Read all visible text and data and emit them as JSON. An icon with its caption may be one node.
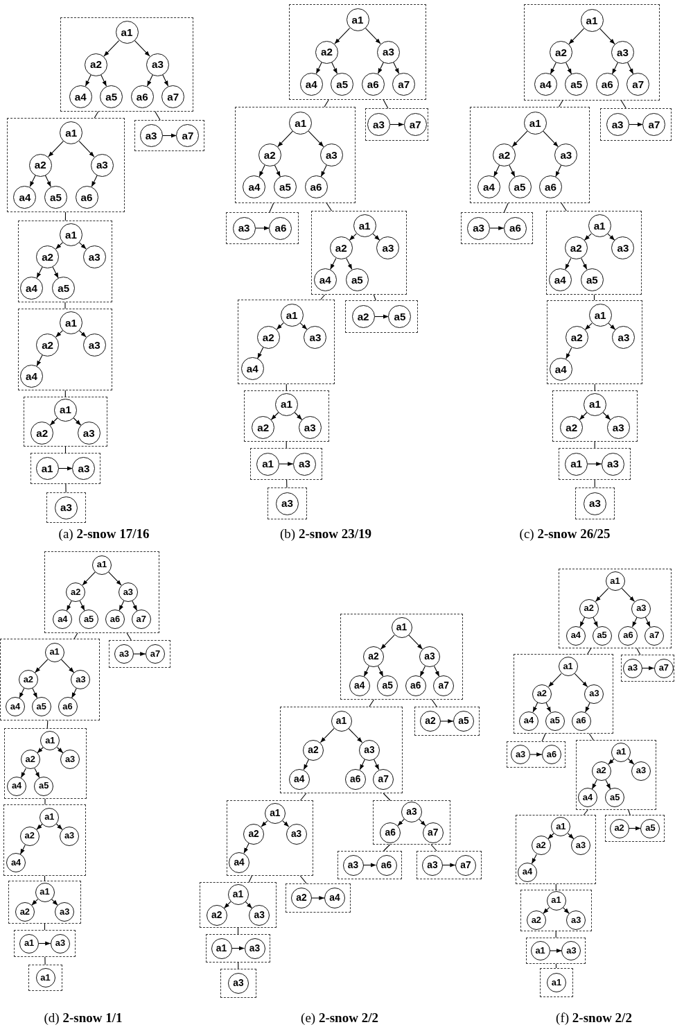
{
  "diagram": {
    "nodes": [
      {
        "text": [],
        "shape": "box"
      },
      {
        "text": [
          "a1"
        ],
        "in": 0
      },
      {
        "text": [
          "a2"
        ],
        "in": 0
      },
      {
        "text": [
          "a3"
        ],
        "in": 0
      },
      {
        "text": [
          "a4"
        ],
        "in": 0
      },
      {
        "text": [
          "a5"
        ],
        "in": 0
      },
      {
        "text": [
          "a6"
        ],
        "in": 0
      },
      {
        "text": [
          "a7"
        ],
        "in": 0
      },
      {
        "text": [],
        "shape": "box"
      },
      {
        "text": [
          "a3"
        ],
        "in": 8
      },
      {
        "text": [
          "a7"
        ],
        "in": 8
      },
      {
        "text": [],
        "shape": "box"
      },
      {
        "text": [
          "a1"
        ],
        "in": 11
      },
      {
        "text": [
          "a2"
        ],
        "in": 11
      },
      {
        "text": [
          "a3"
        ],
        "in": 11
      },
      {
        "text": [
          "a4"
        ],
        "in": 11
      },
      {
        "text": [
          "a5"
        ],
        "in": 11
      },
      {
        "text": [
          "a6"
        ],
        "in": 11
      },
      {
        "text": [],
        "shape": "box"
      },
      {
        "text": [
          "a1"
        ],
        "in": 18
      },
      {
        "text": [
          "a2"
        ],
        "in": 18
      },
      {
        "text": [
          "a3"
        ],
        "in": 18
      },
      {
        "text": [
          "a4"
        ],
        "in": 18
      },
      {
        "text": [
          "a5"
        ],
        "in": 18
      },
      {
        "text": [],
        "shape": "box"
      },
      {
        "text": [
          "a1"
        ],
        "in": 24
      },
      {
        "text": [
          "a2"
        ],
        "in": 24
      },
      {
        "text": [
          "a3"
        ],
        "in": 24
      },
      {
        "text": [
          "a4"
        ],
        "in": 24
      },
      {
        "text": [],
        "shape": "box"
      },
      {
        "text": [
          "a1"
        ],
        "in": 29
      },
      {
        "text": [
          "a2"
        ],
        "in": 29
      },
      {
        "text": [
          "a3"
        ],
        "in": 29
      },
      {
        "text": [],
        "shape": "box"
      },
      {
        "text": [
          "a1"
        ],
        "in": 33
      },
      {
        "text": [
          "a3"
        ],
        "in": 33
      },
      {
        "text": [],
        "shape": "box"
      },
      {
        "text": [
          "a3"
        ],
        "in": 36
      },
      {
        "text": [],
        "shape": "box"
      },
      {
        "text": [
          "a1"
        ],
        "in": 38
      },
      {
        "text": [
          "a2"
        ],
        "in": 38
      },
      {
        "text": [
          "a3"
        ],
        "in": 38
      },
      {
        "text": [
          "a4"
        ],
        "in": 38
      },
      {
        "text": [
          "a5"
        ],
        "in": 38
      },
      {
        "text": [
          "a6"
        ],
        "in": 38
      },
      {
        "text": [
          "a7"
        ],
        "in": 38
      },
      {
        "text": [],
        "shape": "box"
      },
      {
        "text": [
          "a3"
        ],
        "in": 46
      },
      {
        "text": [
          "a7"
        ],
        "in": 46
      },
      {
        "text": [],
        "shape": "box"
      },
      {
        "text": [
          "a1"
        ],
        "in": 49
      },
      {
        "text": [
          "a2"
        ],
        "in": 49
      },
      {
        "text": [
          "a3"
        ],
        "in": 49
      },
      {
        "text": [
          "a4"
        ],
        "in": 49
      },
      {
        "text": [
          "a5"
        ],
        "in": 49
      },
      {
        "text": [
          "a6"
        ],
        "in": 49
      },
      {
        "text": [],
        "shape": "box"
      },
      {
        "text": [
          "a3"
        ],
        "in": 56
      },
      {
        "text": [
          "a6"
        ],
        "in": 56
      },
      {
        "text": [],
        "shape": "box"
      },
      {
        "text": [
          "a1"
        ],
        "in": 59
      },
      {
        "text": [
          "a2"
        ],
        "in": 59
      },
      {
        "text": [
          "a3"
        ],
        "in": 59
      },
      {
        "text": [
          "a4"
        ],
        "in": 59
      },
      {
        "text": [
          "a5"
        ],
        "in": 59
      },
      {
        "text": [],
        "shape": "box"
      },
      {
        "text": [
          "a1"
        ],
        "in": 65
      },
      {
        "text": [
          "a2"
        ],
        "in": 65
      },
      {
        "text": [
          "a3"
        ],
        "in": 65
      },
      {
        "text": [
          "a4"
        ],
        "in": 65
      },
      {
        "text": [],
        "shape": "box"
      },
      {
        "text": [
          "a2"
        ],
        "in": 70
      },
      {
        "text": [
          "a5"
        ],
        "in": 70
      },
      {
        "text": [],
        "shape": "box"
      },
      {
        "text": [
          "a1"
        ],
        "in": 73
      },
      {
        "text": [
          "a2"
        ],
        "in": 73
      },
      {
        "text": [
          "a3"
        ],
        "in": 73
      },
      {
        "text": [],
        "shape": "box"
      },
      {
        "text": [
          "a1"
        ],
        "in": 77
      },
      {
        "text": [
          "a3"
        ],
        "in": 77
      },
      {
        "text": [],
        "shape": "box"
      },
      {
        "text": [
          "a3"
        ],
        "in": 80
      },
      {
        "text": [],
        "shape": "box"
      },
      {
        "text": [
          "a1"
        ],
        "in": 82
      },
      {
        "text": [
          "a2"
        ],
        "in": 82
      },
      {
        "text": [
          "a3"
        ],
        "in": 82
      },
      {
        "text": [
          "a4"
        ],
        "in": 82
      },
      {
        "text": [
          "a5"
        ],
        "in": 82
      },
      {
        "text": [
          "a6"
        ],
        "in": 82
      },
      {
        "text": [
          "a7"
        ],
        "in": 82
      },
      {
        "text": [],
        "shape": "box"
      },
      {
        "text": [
          "a3"
        ],
        "in": 90
      },
      {
        "text": [
          "a7"
        ],
        "in": 90
      },
      {
        "text": [],
        "shape": "box"
      },
      {
        "text": [
          "a1"
        ],
        "in": 93
      },
      {
        "text": [
          "a2"
        ],
        "in": 93
      },
      {
        "text": [
          "a3"
        ],
        "in": 93
      },
      {
        "text": [
          "a4"
        ],
        "in": 93
      },
      {
        "text": [
          "a5"
        ],
        "in": 93
      },
      {
        "text": [
          "a6"
        ],
        "in": 93
      },
      {
        "text": [],
        "shape": "box"
      },
      {
        "text": [
          "a3"
        ],
        "in": 100
      },
      {
        "text": [
          "a6"
        ],
        "in": 100
      },
      {
        "text": [],
        "shape": "box"
      },
      {
        "text": [
          "a1"
        ],
        "in": 103
      },
      {
        "text": [
          "a2"
        ],
        "in": 103
      },
      {
        "text": [
          "a3"
        ],
        "in": 103
      },
      {
        "text": [
          "a4"
        ],
        "in": 103
      },
      {
        "text": [
          "a5"
        ],
        "in": 103
      },
      {
        "text": [],
        "shape": "box"
      },
      {
        "text": [
          "a1"
        ],
        "in": 109
      },
      {
        "text": [
          "a2"
        ],
        "in": 109
      },
      {
        "text": [
          "a3"
        ],
        "in": 109
      },
      {
        "text": [
          "a4"
        ],
        "in": 109
      },
      {
        "text": [],
        "shape": "box"
      },
      {
        "text": [
          "a1"
        ],
        "in": 114
      },
      {
        "text": [
          "a2"
        ],
        "in": 114
      },
      {
        "text": [
          "a3"
        ],
        "in": 114
      },
      {
        "text": [],
        "shape": "box"
      },
      {
        "text": [
          "a1"
        ],
        "in": 118
      },
      {
        "text": [
          "a3"
        ],
        "in": 118
      },
      {
        "text": [],
        "shape": "box"
      },
      {
        "text": [
          "a3"
        ],
        "in": 121
      },
      {
        "text": [],
        "shape": "box"
      },
      {
        "text": [
          "a1"
        ],
        "in": 123
      },
      {
        "text": [
          "a2"
        ],
        "in": 123
      },
      {
        "text": [
          "a3"
        ],
        "in": 123
      },
      {
        "text": [
          "a4"
        ],
        "in": 123
      },
      {
        "text": [
          "a5"
        ],
        "in": 123
      },
      {
        "text": [
          "a6"
        ],
        "in": 123
      },
      {
        "text": [
          "a7"
        ],
        "in": 123
      },
      {
        "text": [],
        "shape": "box"
      },
      {
        "text": [
          "a3"
        ],
        "in": 131
      },
      {
        "text": [
          "a7"
        ],
        "in": 131
      },
      {
        "text": [],
        "shape": "box"
      },
      {
        "text": [
          "a1"
        ],
        "in": 134
      },
      {
        "text": [
          "a2"
        ],
        "in": 134
      },
      {
        "text": [
          "a3"
        ],
        "in": 134
      },
      {
        "text": [
          "a4"
        ],
        "in": 134
      },
      {
        "text": [
          "a5"
        ],
        "in": 134
      },
      {
        "text": [
          "a6"
        ],
        "in": 134
      },
      {
        "text": [],
        "shape": "box"
      },
      {
        "text": [
          "a1"
        ],
        "in": 141
      },
      {
        "text": [
          "a2"
        ],
        "in": 141
      },
      {
        "text": [
          "a3"
        ],
        "in": 141
      },
      {
        "text": [
          "a4"
        ],
        "in": 141
      },
      {
        "text": [
          "a5"
        ],
        "in": 141
      },
      {
        "text": [],
        "shape": "box"
      },
      {
        "text": [
          "a1"
        ],
        "in": 147
      },
      {
        "text": [
          "a2"
        ],
        "in": 147
      },
      {
        "text": [
          "a3"
        ],
        "in": 147
      },
      {
        "text": [
          "a4"
        ],
        "in": 147
      },
      {
        "text": [],
        "shape": "box"
      },
      {
        "text": [
          "a1"
        ],
        "in": 152
      },
      {
        "text": [
          "a2"
        ],
        "in": 152
      },
      {
        "text": [
          "a3"
        ],
        "in": 152
      },
      {
        "text": [],
        "shape": "box"
      },
      {
        "text": [
          "a1"
        ],
        "in": 156
      },
      {
        "text": [
          "a3"
        ],
        "in": 156
      },
      {
        "text": [],
        "shape": "box"
      },
      {
        "text": [
          "a1"
        ],
        "in": 159
      },
      {
        "text": [],
        "shape": "box"
      },
      {
        "text": [
          "a1"
        ],
        "in": 161
      },
      {
        "text": [
          "a2"
        ],
        "in": 161
      },
      {
        "text": [
          "a3"
        ],
        "in": 161
      },
      {
        "text": [
          "a4"
        ],
        "in": 161
      },
      {
        "text": [
          "a5"
        ],
        "in": 161
      },
      {
        "text": [
          "a6"
        ],
        "in": 161
      },
      {
        "text": [
          "a7"
        ],
        "in": 161
      },
      {
        "text": [],
        "shape": "box"
      },
      {
        "text": [
          "a2"
        ],
        "in": 169
      },
      {
        "text": [
          "a5"
        ],
        "in": 169
      },
      {
        "text": [],
        "shape": "box"
      },
      {
        "text": [
          "a1"
        ],
        "in": 172
      },
      {
        "text": [
          "a2"
        ],
        "in": 172
      },
      {
        "text": [
          "a3"
        ],
        "in": 172
      },
      {
        "text": [
          "a4"
        ],
        "in": 172
      },
      {
        "text": [
          "a6"
        ],
        "in": 172
      },
      {
        "text": [
          "a7"
        ],
        "in": 172
      },
      {
        "text": [],
        "shape": "box"
      },
      {
        "text": [
          "a1"
        ],
        "in": 179
      },
      {
        "text": [
          "a2"
        ],
        "in": 179
      },
      {
        "text": [
          "a3"
        ],
        "in": 179
      },
      {
        "text": [
          "a4"
        ],
        "in": 179
      },
      {
        "text": [],
        "shape": "box"
      },
      {
        "text": [
          "a3"
        ],
        "in": 184
      },
      {
        "text": [
          "a6"
        ],
        "in": 184
      },
      {
        "text": [
          "a7"
        ],
        "in": 184
      },
      {
        "text": [],
        "shape": "box"
      },
      {
        "text": [
          "a3"
        ],
        "in": 188
      },
      {
        "text": [
          "a6"
        ],
        "in": 188
      },
      {
        "text": [],
        "shape": "box"
      },
      {
        "text": [
          "a3"
        ],
        "in": 191
      },
      {
        "text": [
          "a7"
        ],
        "in": 191
      },
      {
        "text": [],
        "shape": "box"
      },
      {
        "text": [
          "a1"
        ],
        "in": 194
      },
      {
        "text": [
          "a2"
        ],
        "in": 194
      },
      {
        "text": [
          "a3"
        ],
        "in": 194
      },
      {
        "text": [],
        "shape": "box"
      },
      {
        "text": [
          "a2"
        ],
        "in": 198
      },
      {
        "text": [
          "a4"
        ],
        "in": 198
      },
      {
        "text": [],
        "shape": "box"
      },
      {
        "text": [
          "a1"
        ],
        "in": 201
      },
      {
        "text": [
          "a3"
        ],
        "in": 201
      },
      {
        "text": [],
        "shape": "box"
      },
      {
        "text": [
          "a3"
        ],
        "in": 204
      },
      {
        "text": [],
        "shape": "box"
      },
      {
        "text": [
          "a1"
        ],
        "in": 206
      },
      {
        "text": [
          "a2"
        ],
        "in": 206
      },
      {
        "text": [
          "a3"
        ],
        "in": 206
      },
      {
        "text": [
          "a4"
        ],
        "in": 206
      },
      {
        "text": [
          "a5"
        ],
        "in": 206
      },
      {
        "text": [
          "a6"
        ],
        "in": 206
      },
      {
        "text": [
          "a7"
        ],
        "in": 206
      },
      {
        "text": [],
        "shape": "box"
      },
      {
        "text": [
          "a3"
        ],
        "in": 214
      },
      {
        "text": [
          "a7"
        ],
        "in": 214
      },
      {
        "text": [],
        "shape": "box"
      },
      {
        "text": [
          "a1"
        ],
        "in": 217
      },
      {
        "text": [
          "a2"
        ],
        "in": 217
      },
      {
        "text": [
          "a3"
        ],
        "in": 217
      },
      {
        "text": [
          "a4"
        ],
        "in": 217
      },
      {
        "text": [
          "a5"
        ],
        "in": 217
      },
      {
        "text": [
          "a6"
        ],
        "in": 217
      },
      {
        "text": [],
        "shape": "box"
      },
      {
        "text": [
          "a3"
        ],
        "in": 224
      },
      {
        "text": [
          "a6"
        ],
        "in": 224
      },
      {
        "text": [],
        "shape": "box"
      },
      {
        "text": [
          "a1"
        ],
        "in": 227
      },
      {
        "text": [
          "a2"
        ],
        "in": 227
      },
      {
        "text": [
          "a3"
        ],
        "in": 227
      },
      {
        "text": [
          "a4"
        ],
        "in": 227
      },
      {
        "text": [
          "a5"
        ],
        "in": 227
      },
      {
        "text": [],
        "shape": "box"
      },
      {
        "text": [
          "a1"
        ],
        "in": 233
      },
      {
        "text": [
          "a2"
        ],
        "in": 233
      },
      {
        "text": [
          "a3"
        ],
        "in": 233
      },
      {
        "text": [
          "a4"
        ],
        "in": 233
      },
      {
        "text": [],
        "shape": "box"
      },
      {
        "text": [
          "a2"
        ],
        "in": 238
      },
      {
        "text": [
          "a5"
        ],
        "in": 238
      },
      {
        "text": [],
        "shape": "box"
      },
      {
        "text": [
          "a1"
        ],
        "in": 241
      },
      {
        "text": [
          "a2"
        ],
        "in": 241
      },
      {
        "text": [
          "a3"
        ],
        "in": 241
      },
      {
        "text": [],
        "shape": "box"
      },
      {
        "text": [
          "a1"
        ],
        "in": 245
      },
      {
        "text": [
          "a3"
        ],
        "in": 245
      },
      {
        "text": [],
        "shape": "box"
      },
      {
        "text": [
          "a1"
        ],
        "in": 248
      }
    ],
    "edges": [
      {
        "from": 1,
        "to": 2,
        "arrow": "to"
      },
      {
        "from": 1,
        "to": 3,
        "arrow": "to"
      },
      {
        "from": 2,
        "to": 4,
        "arrow": "to"
      },
      {
        "from": 2,
        "to": 5,
        "arrow": "to"
      },
      {
        "from": 3,
        "to": 6,
        "arrow": "to"
      },
      {
        "from": 3,
        "to": 7,
        "arrow": "to"
      },
      {
        "from": 9,
        "to": 10,
        "arrow": "to"
      },
      {
        "from": 12,
        "to": 13,
        "arrow": "to"
      },
      {
        "from": 12,
        "to": 14,
        "arrow": "to"
      },
      {
        "from": 13,
        "to": 15,
        "arrow": "to"
      },
      {
        "from": 13,
        "to": 16,
        "arrow": "to"
      },
      {
        "from": 14,
        "to": 17,
        "arrow": "to"
      },
      {
        "from": 19,
        "to": 20,
        "arrow": "to"
      },
      {
        "from": 19,
        "to": 21,
        "arrow": "to"
      },
      {
        "from": 20,
        "to": 22,
        "arrow": "to"
      },
      {
        "from": 20,
        "to": 23,
        "arrow": "to"
      },
      {
        "from": 25,
        "to": 26,
        "arrow": "to"
      },
      {
        "from": 25,
        "to": 27,
        "arrow": "to"
      },
      {
        "from": 26,
        "to": 28,
        "arrow": "to"
      },
      {
        "from": 30,
        "to": 31,
        "arrow": "to"
      },
      {
        "from": 30,
        "to": 32,
        "arrow": "to"
      },
      {
        "from": 34,
        "to": 35,
        "arrow": "to"
      },
      {
        "from": 0,
        "to": 11,
        "arrow": "none"
      },
      {
        "from": 0,
        "to": 8,
        "arrow": "none"
      },
      {
        "from": 11,
        "to": 18,
        "arrow": "none"
      },
      {
        "from": 18,
        "to": 24,
        "arrow": "none"
      },
      {
        "from": 24,
        "to": 29,
        "arrow": "none"
      },
      {
        "from": 29,
        "to": 33,
        "arrow": "none"
      },
      {
        "from": 33,
        "to": 36,
        "arrow": "none"
      },
      {
        "from": 39,
        "to": 40,
        "arrow": "to"
      },
      {
        "from": 39,
        "to": 41,
        "arrow": "to"
      },
      {
        "from": 40,
        "to": 42,
        "arrow": "to"
      },
      {
        "from": 40,
        "to": 43,
        "arrow": "to"
      },
      {
        "from": 41,
        "to": 44,
        "arrow": "to"
      },
      {
        "from": 41,
        "to": 45,
        "arrow": "to"
      },
      {
        "from": 47,
        "to": 48,
        "arrow": "to"
      },
      {
        "from": 50,
        "to": 51,
        "arrow": "to"
      },
      {
        "from": 50,
        "to": 52,
        "arrow": "to"
      },
      {
        "from": 51,
        "to": 53,
        "arrow": "to"
      },
      {
        "from": 51,
        "to": 54,
        "arrow": "to"
      },
      {
        "from": 52,
        "to": 55,
        "arrow": "to"
      },
      {
        "from": 57,
        "to": 58,
        "arrow": "to"
      },
      {
        "from": 60,
        "to": 61,
        "arrow": "to"
      },
      {
        "from": 60,
        "to": 62,
        "arrow": "to"
      },
      {
        "from": 61,
        "to": 63,
        "arrow": "to"
      },
      {
        "from": 61,
        "to": 64,
        "arrow": "to"
      },
      {
        "from": 66,
        "to": 67,
        "arrow": "to"
      },
      {
        "from": 66,
        "to": 68,
        "arrow": "to"
      },
      {
        "from": 67,
        "to": 69,
        "arrow": "to"
      },
      {
        "from": 71,
        "to": 72,
        "arrow": "to"
      },
      {
        "from": 74,
        "to": 75,
        "arrow": "to"
      },
      {
        "from": 74,
        "to": 76,
        "arrow": "to"
      },
      {
        "from": 78,
        "to": 79,
        "arrow": "to"
      },
      {
        "from": 38,
        "to": 49,
        "arrow": "none"
      },
      {
        "from": 38,
        "to": 46,
        "arrow": "none"
      },
      {
        "from": 49,
        "to": 56,
        "arrow": "none"
      },
      {
        "from": 49,
        "to": 59,
        "arrow": "none"
      },
      {
        "from": 59,
        "to": 65,
        "arrow": "none"
      },
      {
        "from": 59,
        "to": 70,
        "arrow": "none"
      },
      {
        "from": 65,
        "to": 73,
        "arrow": "none"
      },
      {
        "from": 73,
        "to": 77,
        "arrow": "none"
      },
      {
        "from": 77,
        "to": 80,
        "arrow": "none"
      },
      {
        "from": 83,
        "to": 84,
        "arrow": "to"
      },
      {
        "from": 83,
        "to": 85,
        "arrow": "to"
      },
      {
        "from": 84,
        "to": 86,
        "arrow": "to"
      },
      {
        "from": 84,
        "to": 87,
        "arrow": "to"
      },
      {
        "from": 85,
        "to": 88,
        "arrow": "to"
      },
      {
        "from": 85,
        "to": 89,
        "arrow": "to"
      },
      {
        "from": 91,
        "to": 92,
        "arrow": "to"
      },
      {
        "from": 94,
        "to": 95,
        "arrow": "to"
      },
      {
        "from": 94,
        "to": 96,
        "arrow": "to"
      },
      {
        "from": 95,
        "to": 97,
        "arrow": "to"
      },
      {
        "from": 95,
        "to": 98,
        "arrow": "to"
      },
      {
        "from": 96,
        "to": 99,
        "arrow": "to"
      },
      {
        "from": 101,
        "to": 102,
        "arrow": "to"
      },
      {
        "from": 104,
        "to": 105,
        "arrow": "to"
      },
      {
        "from": 104,
        "to": 106,
        "arrow": "to"
      },
      {
        "from": 105,
        "to": 107,
        "arrow": "to"
      },
      {
        "from": 105,
        "to": 108,
        "arrow": "to"
      },
      {
        "from": 110,
        "to": 111,
        "arrow": "to"
      },
      {
        "from": 110,
        "to": 112,
        "arrow": "to"
      },
      {
        "from": 111,
        "to": 113,
        "arrow": "to"
      },
      {
        "from": 115,
        "to": 116,
        "arrow": "to"
      },
      {
        "from": 115,
        "to": 117,
        "arrow": "to"
      },
      {
        "from": 119,
        "to": 120,
        "arrow": "to"
      },
      {
        "from": 82,
        "to": 93,
        "arrow": "none"
      },
      {
        "from": 82,
        "to": 90,
        "arrow": "none"
      },
      {
        "from": 93,
        "to": 100,
        "arrow": "none"
      },
      {
        "from": 93,
        "to": 103,
        "arrow": "none"
      },
      {
        "from": 103,
        "to": 109,
        "arrow": "none"
      },
      {
        "from": 109,
        "to": 114,
        "arrow": "none"
      },
      {
        "from": 114,
        "to": 118,
        "arrow": "none"
      },
      {
        "from": 118,
        "to": 121,
        "arrow": "none"
      },
      {
        "from": 124,
        "to": 125,
        "arrow": "to"
      },
      {
        "from": 124,
        "to": 126,
        "arrow": "to"
      },
      {
        "from": 125,
        "to": 127,
        "arrow": "to"
      },
      {
        "from": 125,
        "to": 128,
        "arrow": "to"
      },
      {
        "from": 126,
        "to": 129,
        "arrow": "to"
      },
      {
        "from": 126,
        "to": 130,
        "arrow": "to"
      },
      {
        "from": 132,
        "to": 133,
        "arrow": "to"
      },
      {
        "from": 135,
        "to": 136,
        "arrow": "to"
      },
      {
        "from": 135,
        "to": 137,
        "arrow": "to"
      },
      {
        "from": 136,
        "to": 138,
        "arrow": "to"
      },
      {
        "from": 136,
        "to": 139,
        "arrow": "to"
      },
      {
        "from": 137,
        "to": 140,
        "arrow": "to"
      },
      {
        "from": 142,
        "to": 143,
        "arrow": "to"
      },
      {
        "from": 142,
        "to": 144,
        "arrow": "to"
      },
      {
        "from": 143,
        "to": 145,
        "arrow": "to"
      },
      {
        "from": 143,
        "to": 146,
        "arrow": "to"
      },
      {
        "from": 148,
        "to": 149,
        "arrow": "to"
      },
      {
        "from": 148,
        "to": 150,
        "arrow": "to"
      },
      {
        "from": 149,
        "to": 151,
        "arrow": "to"
      },
      {
        "from": 153,
        "to": 154,
        "arrow": "to"
      },
      {
        "from": 153,
        "to": 155,
        "arrow": "to"
      },
      {
        "from": 157,
        "to": 158,
        "arrow": "to"
      },
      {
        "from": 123,
        "to": 134,
        "arrow": "none"
      },
      {
        "from": 123,
        "to": 131,
        "arrow": "none"
      },
      {
        "from": 134,
        "to": 141,
        "arrow": "none"
      },
      {
        "from": 141,
        "to": 147,
        "arrow": "none"
      },
      {
        "from": 147,
        "to": 152,
        "arrow": "none"
      },
      {
        "from": 152,
        "to": 156,
        "arrow": "none"
      },
      {
        "from": 156,
        "to": 159,
        "arrow": "none"
      },
      {
        "from": 162,
        "to": 163,
        "arrow": "to"
      },
      {
        "from": 162,
        "to": 164,
        "arrow": "to"
      },
      {
        "from": 163,
        "to": 165,
        "arrow": "to"
      },
      {
        "from": 163,
        "to": 166,
        "arrow": "to"
      },
      {
        "from": 164,
        "to": 167,
        "arrow": "to"
      },
      {
        "from": 164,
        "to": 168,
        "arrow": "to"
      },
      {
        "from": 170,
        "to": 171,
        "arrow": "to"
      },
      {
        "from": 173,
        "to": 174,
        "arrow": "to"
      },
      {
        "from": 173,
        "to": 175,
        "arrow": "to"
      },
      {
        "from": 174,
        "to": 176,
        "arrow": "to"
      },
      {
        "from": 175,
        "to": 177,
        "arrow": "to"
      },
      {
        "from": 175,
        "to": 178,
        "arrow": "to"
      },
      {
        "from": 180,
        "to": 181,
        "arrow": "to"
      },
      {
        "from": 180,
        "to": 182,
        "arrow": "to"
      },
      {
        "from": 181,
        "to": 183,
        "arrow": "to"
      },
      {
        "from": 185,
        "to": 186,
        "arrow": "to"
      },
      {
        "from": 185,
        "to": 187,
        "arrow": "to"
      },
      {
        "from": 189,
        "to": 190,
        "arrow": "to"
      },
      {
        "from": 192,
        "to": 193,
        "arrow": "to"
      },
      {
        "from": 195,
        "to": 196,
        "arrow": "to"
      },
      {
        "from": 195,
        "to": 197,
        "arrow": "to"
      },
      {
        "from": 199,
        "to": 200,
        "arrow": "to"
      },
      {
        "from": 202,
        "to": 203,
        "arrow": "to"
      },
      {
        "from": 161,
        "to": 172,
        "arrow": "none"
      },
      {
        "from": 161,
        "to": 169,
        "arrow": "none"
      },
      {
        "from": 172,
        "to": 179,
        "arrow": "none"
      },
      {
        "from": 172,
        "to": 184,
        "arrow": "none"
      },
      {
        "from": 184,
        "to": 188,
        "arrow": "none"
      },
      {
        "from": 184,
        "to": 191,
        "arrow": "none"
      },
      {
        "from": 179,
        "to": 194,
        "arrow": "none"
      },
      {
        "from": 179,
        "to": 198,
        "arrow": "none"
      },
      {
        "from": 194,
        "to": 201,
        "arrow": "none"
      },
      {
        "from": 201,
        "to": 204,
        "arrow": "none"
      },
      {
        "from": 207,
        "to": 208,
        "arrow": "to"
      },
      {
        "from": 207,
        "to": 209,
        "arrow": "to"
      },
      {
        "from": 208,
        "to": 210,
        "arrow": "to"
      },
      {
        "from": 208,
        "to": 211,
        "arrow": "to"
      },
      {
        "from": 209,
        "to": 212,
        "arrow": "to"
      },
      {
        "from": 209,
        "to": 213,
        "arrow": "to"
      },
      {
        "from": 215,
        "to": 216,
        "arrow": "to"
      },
      {
        "from": 218,
        "to": 219,
        "arrow": "to"
      },
      {
        "from": 218,
        "to": 220,
        "arrow": "to"
      },
      {
        "from": 219,
        "to": 221,
        "arrow": "to"
      },
      {
        "from": 219,
        "to": 222,
        "arrow": "to"
      },
      {
        "from": 220,
        "to": 223,
        "arrow": "to"
      },
      {
        "from": 225,
        "to": 226,
        "arrow": "to"
      },
      {
        "from": 228,
        "to": 229,
        "arrow": "to"
      },
      {
        "from": 228,
        "to": 230,
        "arrow": "to"
      },
      {
        "from": 229,
        "to": 231,
        "arrow": "to"
      },
      {
        "from": 229,
        "to": 232,
        "arrow": "to"
      },
      {
        "from": 234,
        "to": 235,
        "arrow": "to"
      },
      {
        "from": 234,
        "to": 236,
        "arrow": "to"
      },
      {
        "from": 235,
        "to": 237,
        "arrow": "to"
      },
      {
        "from": 239,
        "to": 240,
        "arrow": "to"
      },
      {
        "from": 242,
        "to": 243,
        "arrow": "to"
      },
      {
        "from": 242,
        "to": 244,
        "arrow": "to"
      },
      {
        "from": 246,
        "to": 247,
        "arrow": "to"
      },
      {
        "from": 206,
        "to": 217,
        "arrow": "none"
      },
      {
        "from": 206,
        "to": 214,
        "arrow": "none"
      },
      {
        "from": 217,
        "to": 224,
        "arrow": "none"
      },
      {
        "from": 217,
        "to": 227,
        "arrow": "none"
      },
      {
        "from": 227,
        "to": 233,
        "arrow": "none"
      },
      {
        "from": 227,
        "to": 238,
        "arrow": "none"
      },
      {
        "from": 233,
        "to": 241,
        "arrow": "none"
      },
      {
        "from": 241,
        "to": 245,
        "arrow": "none"
      },
      {
        "from": 245,
        "to": 248,
        "arrow": "none"
      }
    ],
    "labels": [
      "(a) **2-snow 17/16**",
      "(b) **2-snow 23/19**",
      "(c) **2-snow 26/25**",
      "(d) **2-snow 1/1**",
      "(e) **2-snow 2/2**",
      "(f) **2-snow 2/2**"
    ]
  }
}
